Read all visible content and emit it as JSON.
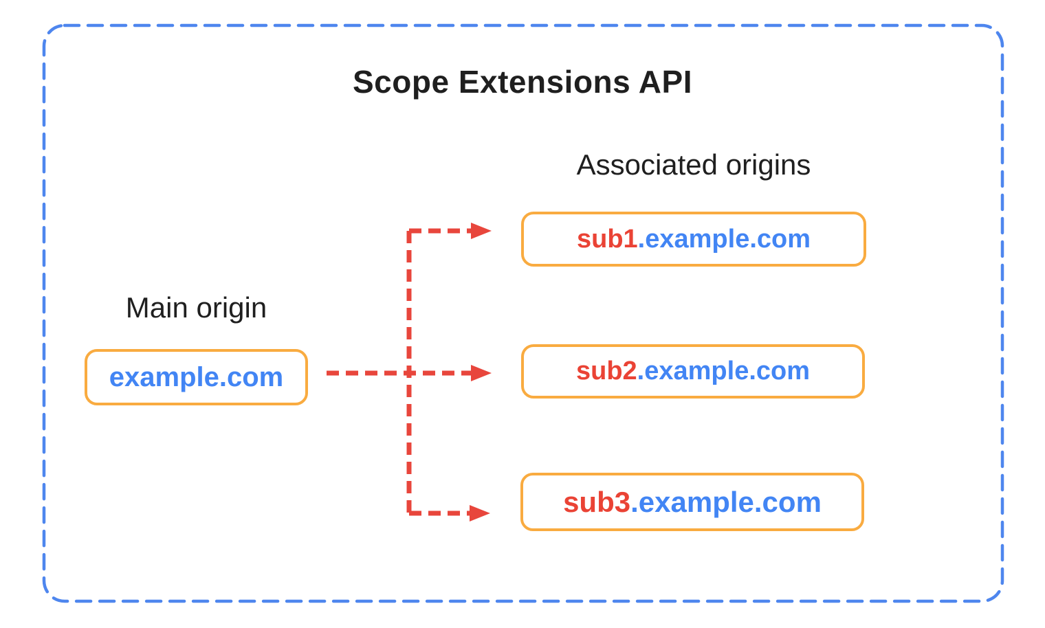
{
  "diagram": {
    "title": "Scope Extensions API",
    "main_origin": {
      "label": "Main origin",
      "origin": "example.com"
    },
    "associated_origins": {
      "label": "Associated origins",
      "items": [
        {
          "subdomain": "sub1",
          "suffix": ".example.com"
        },
        {
          "subdomain": "sub2",
          "suffix": ".example.com"
        },
        {
          "subdomain": "sub3",
          "suffix": ".example.com"
        }
      ]
    },
    "colors": {
      "border_blue": "#4e86ee",
      "arrow_red": "#e8463c",
      "box_orange": "#f9ab40",
      "text_blue": "#4285f4",
      "text_red": "#ea4335",
      "text_black": "#1f1f1f"
    }
  }
}
